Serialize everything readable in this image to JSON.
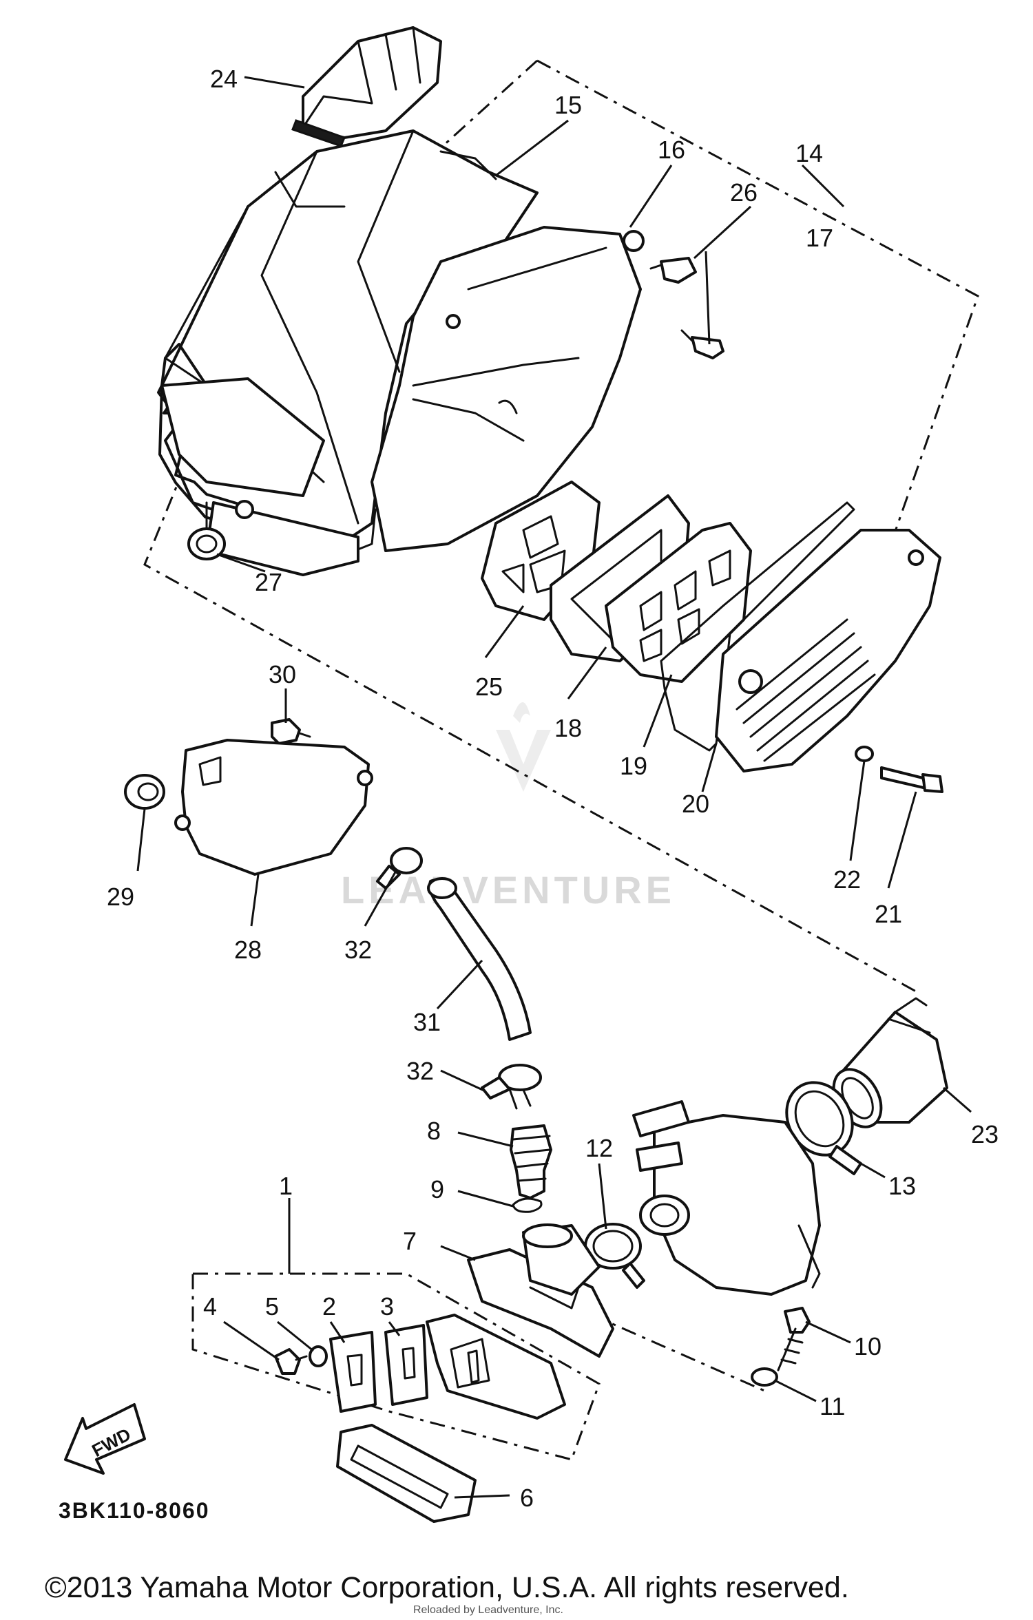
{
  "diagram_code": "3BK110-8060",
  "fwd_label": "FWD",
  "copyright": "©2013 Yamaha Motor Corporation, U.S.A. All rights reserved.",
  "reseller_note": "Reloaded by Leadventure, Inc.",
  "watermark": "LEADVENTURE",
  "callouts": {
    "c1": "1",
    "c2": "2",
    "c3": "3",
    "c4": "4",
    "c5": "5",
    "c6": "6",
    "c7": "7",
    "c8": "8",
    "c9": "9",
    "c10": "10",
    "c11": "11",
    "c12": "12",
    "c13": "13",
    "c14": "14",
    "c15": "15",
    "c16": "16",
    "c17": "17",
    "c18": "18",
    "c19": "19",
    "c20": "20",
    "c21": "21",
    "c22": "22",
    "c23": "23",
    "c24": "24",
    "c25": "25",
    "c26": "26",
    "c27": "27",
    "c28": "28",
    "c29": "29",
    "c30": "30",
    "c31": "31",
    "c32a": "32",
    "c32b": "32"
  }
}
